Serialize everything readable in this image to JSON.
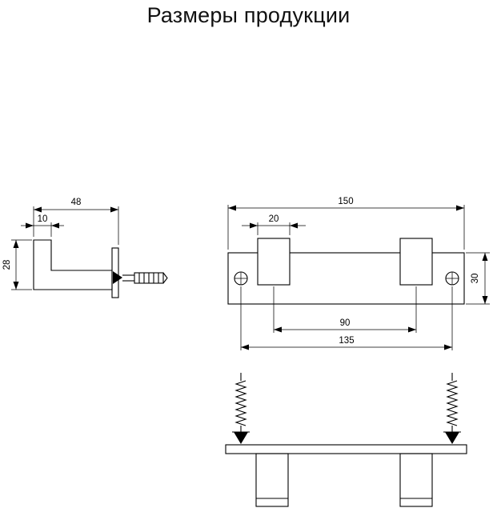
{
  "title": "Размеры продукции",
  "colors": {
    "background": "#ffffff",
    "line": "#000000"
  },
  "views": {
    "side": {
      "label": "side-view-of-hook",
      "dims": {
        "depth": "48",
        "hook_thickness": "10",
        "height": "28"
      }
    },
    "front": {
      "label": "front-view-of-rail",
      "dims": {
        "total_width": "150",
        "hook_width": "20",
        "plate_height": "30",
        "hook_center_spacing": "90",
        "screw_hole_spacing": "135"
      }
    },
    "bottom": {
      "label": "top-view-with-anchors"
    }
  }
}
